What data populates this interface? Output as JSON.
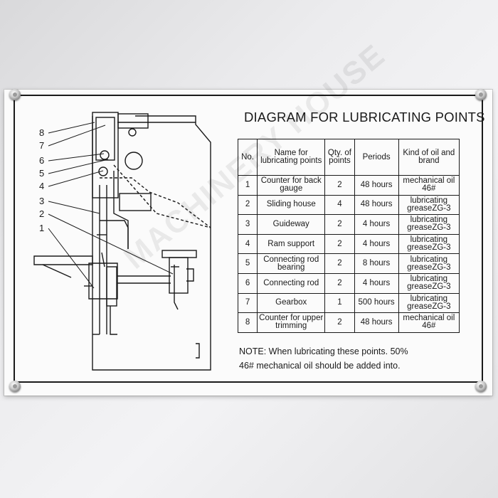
{
  "title": "DIAGRAM FOR LUBRICATING POINTS",
  "watermark": "MACHINERY HOUSE",
  "callout_numbers": [
    "8",
    "7",
    "6",
    "5",
    "4",
    "3",
    "2",
    "1"
  ],
  "table": {
    "headers": [
      "No.",
      "Name for lubricating points",
      "Qty. of points",
      "Periods",
      "Kind of oil and brand"
    ],
    "rows": [
      [
        "1",
        "Counter for back gauge",
        "2",
        "48 hours",
        "mechanical oil 46#"
      ],
      [
        "2",
        "Sliding house",
        "4",
        "48 hours",
        "lubricating greaseZG-3"
      ],
      [
        "3",
        "Guideway",
        "2",
        "4 hours",
        "lubricating greaseZG-3"
      ],
      [
        "4",
        "Ram support",
        "2",
        "4 hours",
        "lubricating greaseZG-3"
      ],
      [
        "5",
        "Connecting rod bearing",
        "2",
        "8 hours",
        "lubricating greaseZG-3"
      ],
      [
        "6",
        "Connecting rod",
        "2",
        "4 hours",
        "lubricating greaseZG-3"
      ],
      [
        "7",
        "Gearbox",
        "1",
        "500 hours",
        "lubricating greaseZG-3"
      ],
      [
        "8",
        "Counter for upper trimming",
        "2",
        "48 hours",
        "mechanical oil 46#"
      ]
    ]
  },
  "note": {
    "line1": "NOTE: When lubricating these points. 50%",
    "line2": "46# mechanical oil should be added into."
  }
}
